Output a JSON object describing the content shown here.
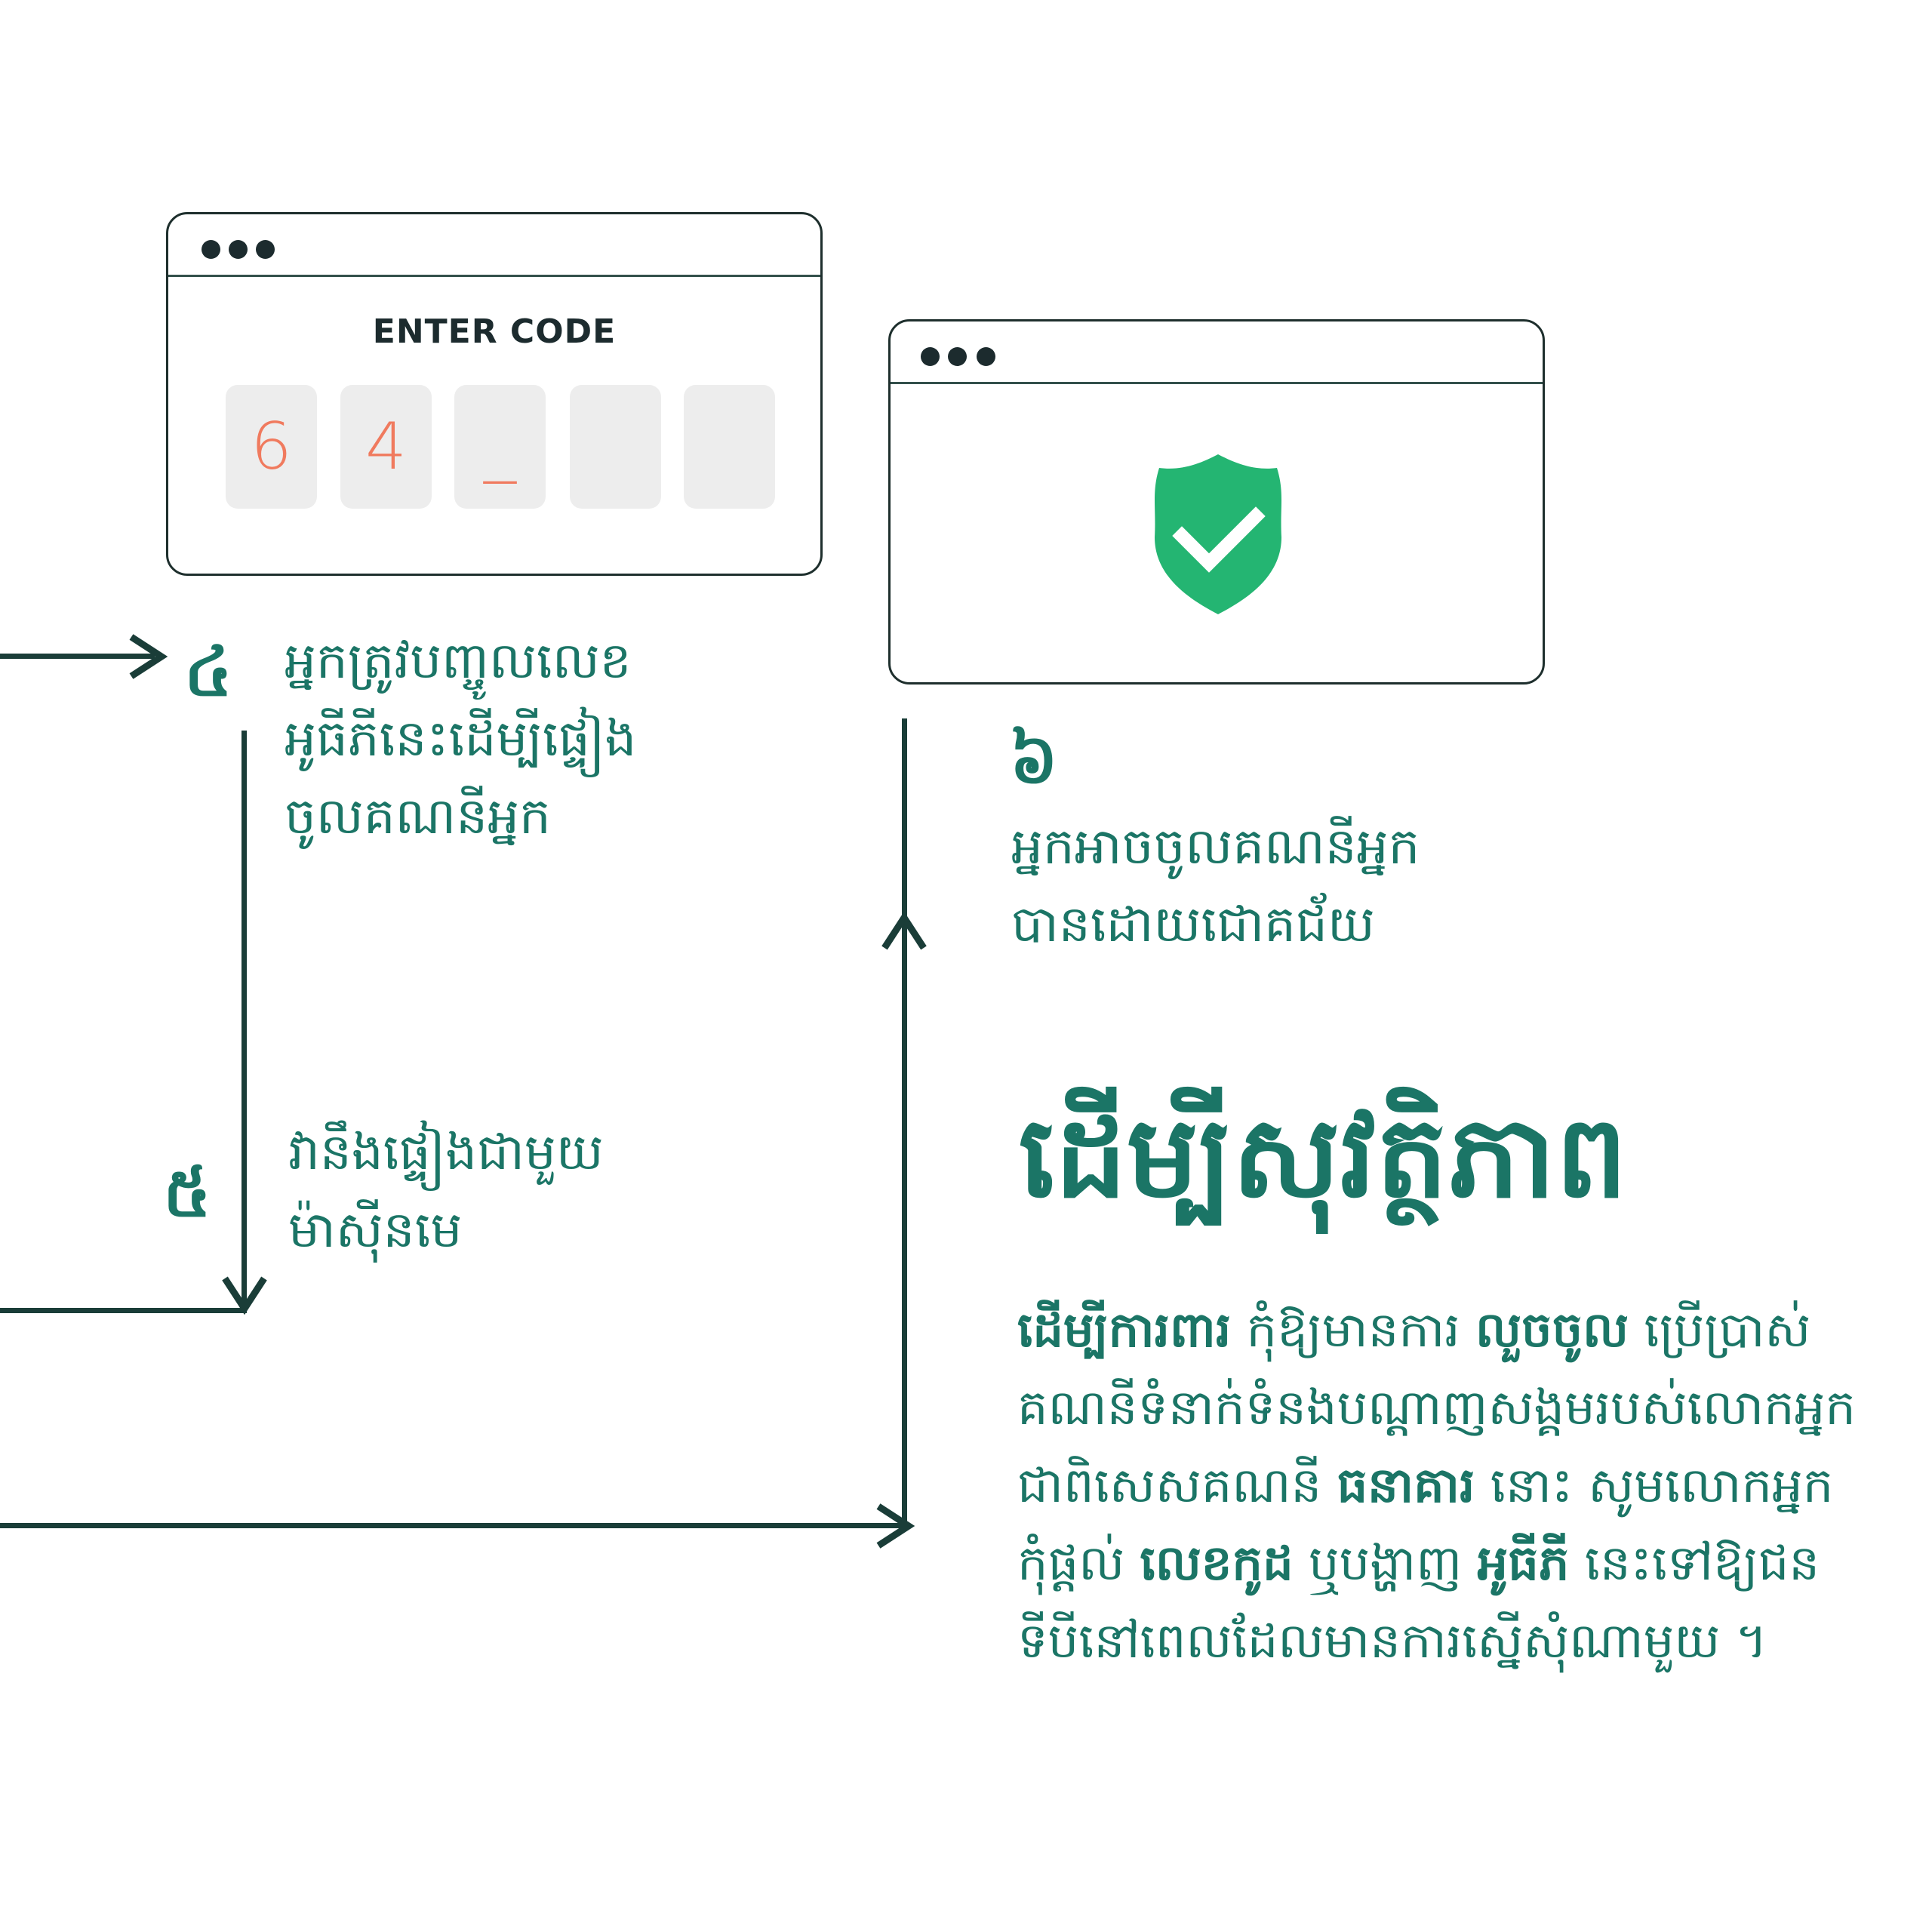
{
  "code_window": {
    "heading": "ENTER CODE",
    "digits": [
      "6",
      "4",
      "_",
      "",
      ""
    ]
  },
  "success_window": {
    "icon": "shield-check-icon",
    "shield_color": "#24b572"
  },
  "steps": [
    {
      "number": "៤",
      "lines": [
        "អ្នកត្រូវបញ្ចូលលេខ",
        "អូធីភីនេះដើម្បីផ្ទៀង",
        "ចូលគណនីអ្នក"
      ]
    },
    {
      "number": "៥",
      "lines": [
        "វានឹងផ្ទៀងជាមួយ",
        "ម៉ាស៊ីនមេ"
      ]
    },
    {
      "number": "៦",
      "lines": [
        "អ្នកអាចចូលគណនីអ្នក",
        "បានដោយជោគជ័យ"
      ]
    }
  ],
  "title": "ដើម្បីសុវត្ថិភាព",
  "paragraph": [
    {
      "text": "ដើម្បីការពារ",
      "bold": true
    },
    {
      "text": "  កុំឱ្យមានការ ",
      "bold": false
    },
    {
      "text": "លួចចូល",
      "bold": true
    },
    {
      "text": " ប្រើប្រាស់គណនីទំនាក់ទំនងបណ្ដាញសង្គមរបស់លោកអ្នក ជាពិសេសគណនី ",
      "bold": false
    },
    {
      "text": "ធនាគារ",
      "bold": true
    },
    {
      "text": " នោះ សូមលោកអ្នកកុំផ្ដល់ ",
      "bold": false
    },
    {
      "text": "លេខកូដ",
      "bold": true
    },
    {
      "text": " ឬបង្ហាញ ",
      "bold": false
    },
    {
      "text": "អូធីភី",
      "bold": true
    },
    {
      "text": " នេះទៅឱ្យជនទីបីនៅពេលដែលមានការស្នើសុំណាមួយ ។",
      "bold": false
    }
  ],
  "colors": {
    "accent": "#1b7566",
    "lines": "#1a3d38",
    "code_digit": "#f07a5e",
    "code_box": "#ededed"
  }
}
